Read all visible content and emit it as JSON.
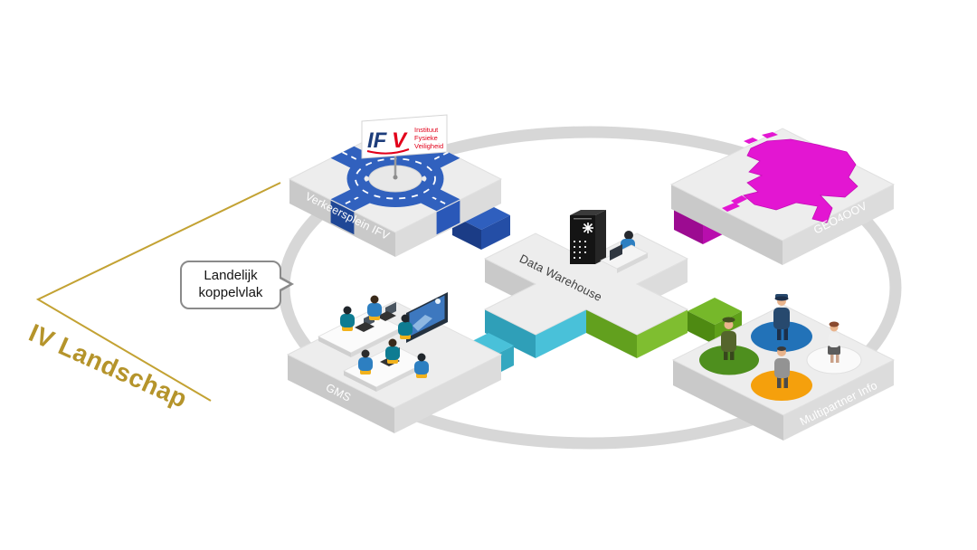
{
  "diagram": {
    "title": "IV Landschap",
    "bubble": {
      "line1": "Landelijk",
      "line2": "koppelvlak"
    },
    "nodes": {
      "verkeersplein": "Verkeersplein IFV",
      "geo4oov": "GEO4OOV",
      "data_warehouse": "Data Warehouse",
      "gms": "GMS",
      "multipartner": "Multipartner Info"
    },
    "flag": {
      "logo_if": "IF",
      "logo_v": "V",
      "sub1": "Instituut",
      "sub2": "Fysieke",
      "sub3": "Veiligheid"
    },
    "colors": {
      "gold": "#b5942b",
      "blue": "#3161be",
      "magenta": "#e316d2",
      "cyan": "#49c1d9",
      "green": "#76b82a",
      "ring_gray": "#d7d7d7",
      "platform_top": "#ededed",
      "orange_circle": "#f5a00c",
      "blue_circle": "#2272b8",
      "green_circle": "#4e8f1e"
    }
  }
}
